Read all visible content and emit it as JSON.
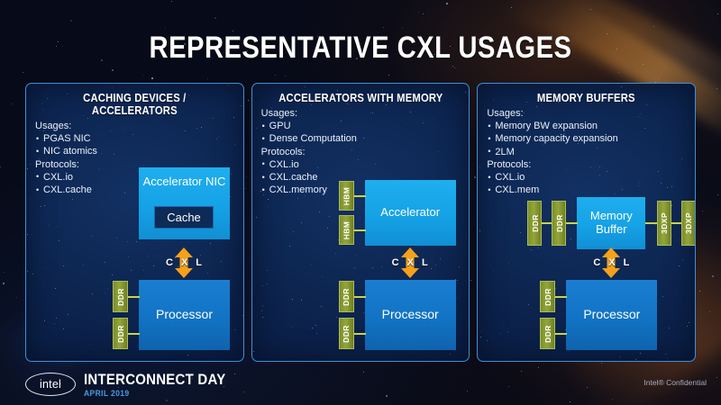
{
  "slide": {
    "title": "REPRESENTATIVE CXL USAGES",
    "accent_orange": "#f5a11b",
    "accent_cyan": "#15a2e6",
    "accent_blue": "#1273c4",
    "accent_olive": "#93a63a",
    "panel_border": "#3f8fd6",
    "background": "#070a18"
  },
  "panels": [
    {
      "title": "CACHING DEVICES / ACCELERATORS",
      "usages_label": "Usages:",
      "usages": [
        "PGAS NIC",
        "NIC atomics"
      ],
      "protocols_label": "Protocols:",
      "protocols": [
        "CXL.io",
        "CXL.cache"
      ],
      "diagram": {
        "top_node": "Accelerator NIC",
        "top_sub_node": "Cache",
        "bottom_node": "Processor",
        "link": "CXL",
        "link_letters": [
          "C",
          "X",
          "L"
        ],
        "left_tabs_top": [],
        "left_tabs_bottom": [
          "DDR",
          "DDR"
        ],
        "right_tabs": []
      }
    },
    {
      "title": "ACCELERATORS WITH MEMORY",
      "usages_label": "Usages:",
      "usages": [
        "GPU",
        "Dense Computation"
      ],
      "protocols_label": "Protocols:",
      "protocols": [
        "CXL.io",
        "CXL.cache",
        "CXL.memory"
      ],
      "diagram": {
        "top_node": "Accelerator",
        "top_sub_node": "",
        "bottom_node": "Processor",
        "link": "CXL",
        "link_letters": [
          "C",
          "X",
          "L"
        ],
        "left_tabs_top": [
          "HBM",
          "HBM"
        ],
        "left_tabs_bottom": [
          "DDR",
          "DDR"
        ],
        "right_tabs": []
      }
    },
    {
      "title": "MEMORY BUFFERS",
      "usages_label": "Usages:",
      "usages": [
        "Memory BW expansion",
        "Memory capacity expansion",
        "2LM"
      ],
      "protocols_label": "Protocols:",
      "protocols": [
        "CXL.io",
        "CXL.mem"
      ],
      "diagram": {
        "top_node": "Memory Buffer",
        "top_sub_node": "",
        "bottom_node": "Processor",
        "link": "CXL",
        "link_letters": [
          "C",
          "X",
          "L"
        ],
        "left_tabs_top": [
          "DDR",
          "DDR"
        ],
        "left_tabs_bottom": [
          "DDR",
          "DDR"
        ],
        "right_tabs": [
          "3DXP",
          "3DXP"
        ]
      }
    }
  ],
  "footer": {
    "logo_text": "intel",
    "event_title": "INTERCONNECT DAY",
    "event_date": "APRIL 2019",
    "confidential": "Intel® Confidential"
  }
}
